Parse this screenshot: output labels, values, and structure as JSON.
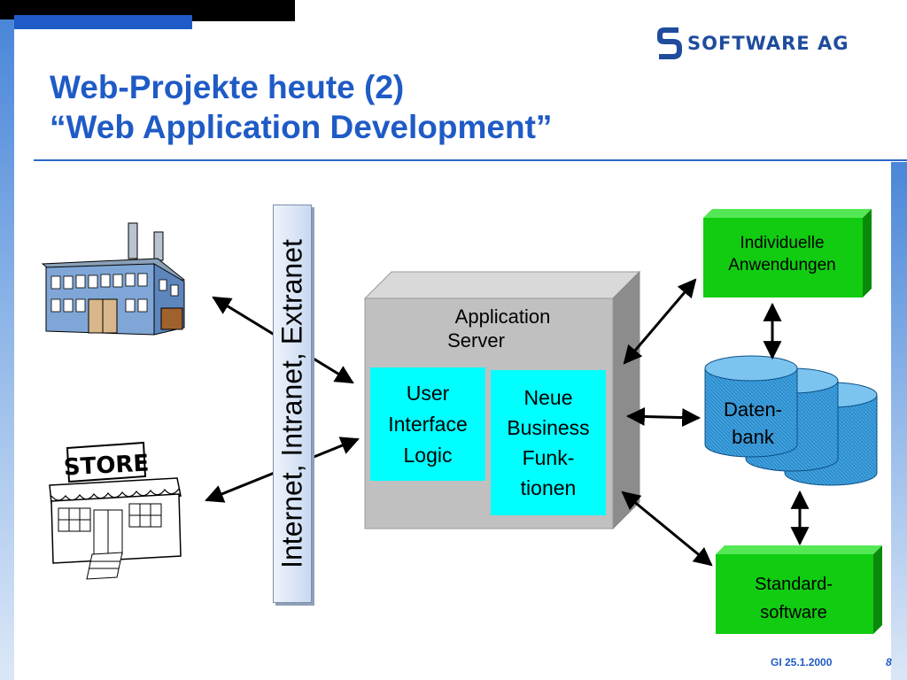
{
  "header": {
    "title_line1": "Web-Projekte heute (2)",
    "title_line2": "“Web Application Development”",
    "logo_text": "SOFTWARE AG"
  },
  "diagram": {
    "network_label": "Internet, Intranet, Extranet",
    "app_server": {
      "title_line1": "Application",
      "title_line2": "Server",
      "ui_box": [
        "User",
        "Interface",
        "Logic"
      ],
      "business_box": [
        "Neue",
        "Business",
        "Funk-",
        "tionen"
      ]
    },
    "individual_apps": [
      "Individuelle",
      "Anwendungen"
    ],
    "database": [
      "Daten-",
      "bank"
    ],
    "standard_software": [
      "Standard-",
      "software"
    ],
    "store_sign": "STORE",
    "icons": [
      "factory-icon",
      "store-icon",
      "database-icon"
    ]
  },
  "footer": {
    "date": "GI 25.1.2000",
    "page": "8"
  },
  "colors": {
    "title": "#1f5bc6",
    "cyan_box": "#00ffff",
    "green_box": "#11cc11",
    "server_grey": "#c0c0c0",
    "database_blue": "#2a8fd0"
  }
}
